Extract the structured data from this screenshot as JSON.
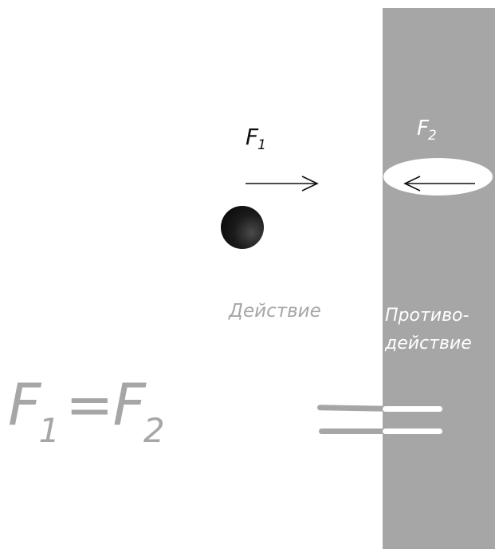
{
  "labels": {
    "force_1_letter": "F",
    "force_1_index": "1",
    "force_2_letter": "F",
    "force_2_index": "2",
    "action": "Действие",
    "counteraction": "Противо-\nдействие"
  },
  "equation": {
    "left_letter": "F",
    "left_index": "1",
    "sign": "=",
    "right_letter": "F",
    "right_index": "2"
  },
  "colors": {
    "wall": "#a6a6a6",
    "label_on_white": "#a6a6a6",
    "label_on_wall": "#ffffff",
    "arrow_f1": "#111111",
    "arrow_f2": "#111111",
    "equals_on_white": "#a6a6a6",
    "equals_on_wall": "#ffffff"
  },
  "icons": {
    "force_1_arrow": "arrow-right-icon",
    "force_2_arrow": "arrow-left-icon",
    "body": "black-ball-icon"
  }
}
